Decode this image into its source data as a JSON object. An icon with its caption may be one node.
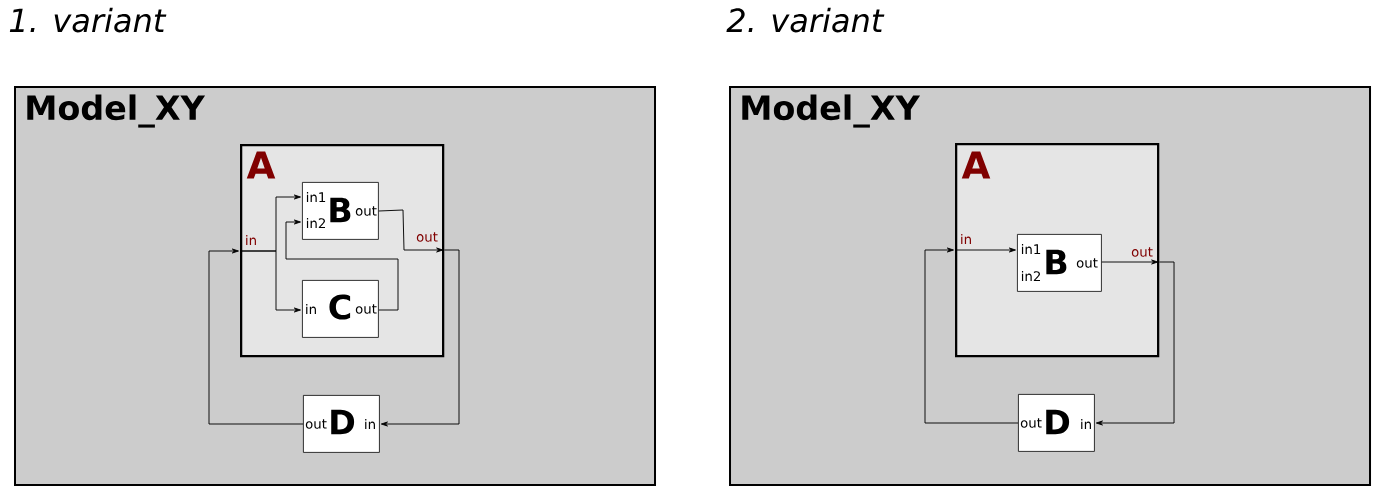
{
  "diagram": {
    "nodes": [
      {
        "text": [
          "Model_XY"
        ]
      },
      {
        "text": [
          "A",
          "in",
          "out"
        ],
        "in": 0
      },
      {
        "text": [
          "in1",
          "in2",
          "B",
          "out"
        ],
        "in": 1
      },
      {
        "text": [
          "in",
          "C",
          "out"
        ],
        "in": 1
      },
      {
        "text": [
          "out",
          "D",
          "in"
        ],
        "in": 0
      },
      {
        "text": [
          "Model_XY"
        ]
      },
      {
        "text": [
          "A",
          "in",
          "out"
        ],
        "in": 5
      },
      {
        "text": [
          "in1",
          "in2",
          "B",
          "out"
        ],
        "in": 6
      },
      {
        "text": [
          "out",
          "D",
          "in"
        ],
        "in": 5
      }
    ],
    "edges": [
      {
        "from": 1,
        "to": 2,
        "arrow": "to"
      },
      {
        "from": 1,
        "to": 3,
        "arrow": "to"
      },
      {
        "from": 3,
        "to": 2,
        "arrow": "to"
      },
      {
        "from": 2,
        "to": 1,
        "arrow": "to"
      },
      {
        "from": 1,
        "to": 4,
        "arrow": "to"
      },
      {
        "from": 4,
        "to": 1,
        "arrow": "to"
      },
      {
        "from": 6,
        "to": 7,
        "arrow": "to"
      },
      {
        "from": 7,
        "to": 6,
        "arrow": "to"
      },
      {
        "from": 6,
        "to": 8,
        "arrow": "to"
      },
      {
        "from": 8,
        "to": 6,
        "arrow": "to"
      }
    ],
    "labels": [
      "1. variant",
      "2. variant"
    ]
  }
}
